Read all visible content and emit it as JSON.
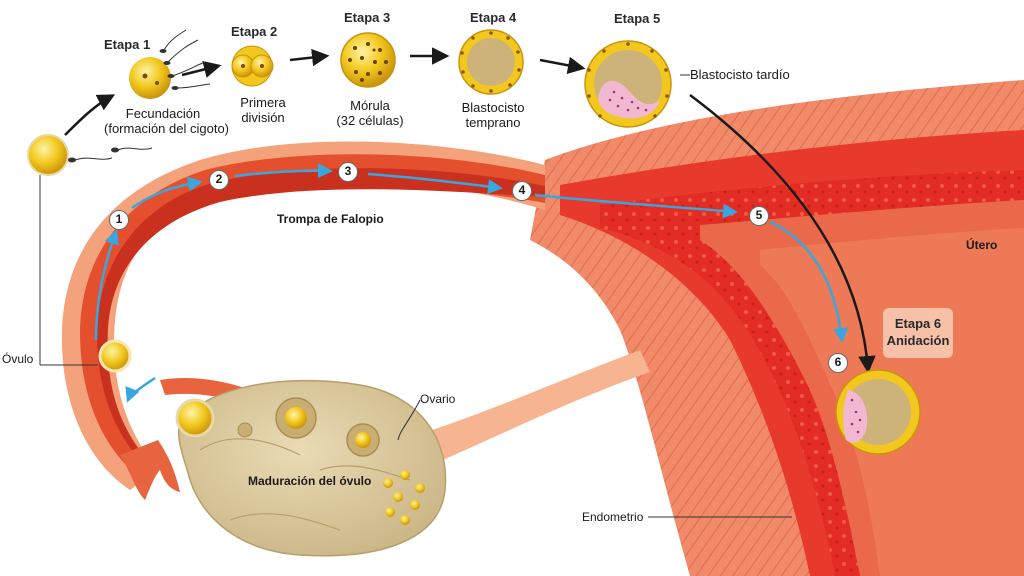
{
  "stages": [
    {
      "title": "Etapa 1",
      "caption_line1": "Fecundación",
      "caption_line2": "(formación del cigoto)"
    },
    {
      "title": "Etapa 2",
      "caption_line1": "Primera",
      "caption_line2": "división"
    },
    {
      "title": "Etapa 3",
      "caption_line1": "Mórula",
      "caption_line2": "(32 células)"
    },
    {
      "title": "Etapa 4",
      "caption_line1": "Blastocisto",
      "caption_line2": "temprano"
    },
    {
      "title": "Etapa 5",
      "caption_line1": "Blastocisto tardío",
      "caption_line2": ""
    }
  ],
  "stage6": {
    "title": "Etapa 6",
    "subtitle": "Anidación"
  },
  "path_numbers": [
    "1",
    "2",
    "3",
    "4",
    "5",
    "6"
  ],
  "labels": {
    "fallopian_tube": "Trompa de Falopio",
    "uterus": "Útero",
    "ovum": "Óvulo",
    "ovary": "Ovario",
    "ovum_maturation": "Maduración del óvulo",
    "endometrium": "Endometrio"
  },
  "colors": {
    "uterus_red": "#e3322a",
    "tissue_salmon": "#f08a6a",
    "ovary_beige": "#d9c79a",
    "cell_yellow": "#f2c81e",
    "path_blue": "#3aa6de"
  }
}
